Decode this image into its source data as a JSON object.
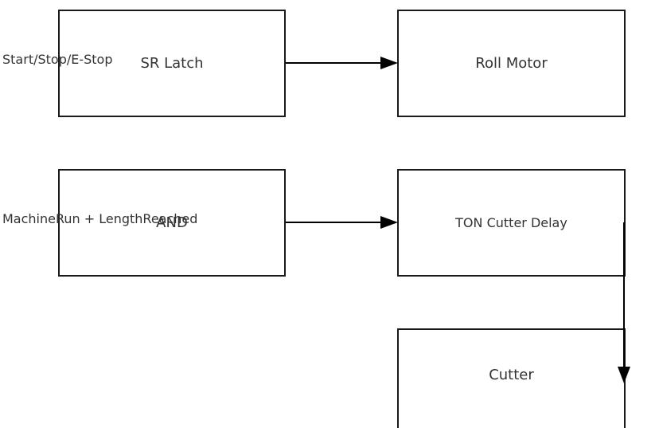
{
  "nodes": {
    "sr_latch": "SR Latch",
    "roll_motor": "Roll Motor",
    "and_gate": "AND",
    "ton_delay": "TON Cutter Delay",
    "cutter": "Cutter"
  },
  "inputs": {
    "latch_input": "Start/Stop/E-Stop",
    "and_input": "MachineRun + LengthReached"
  },
  "colors": {
    "stroke": "#1a1a1a",
    "text": "#333333",
    "background": "#ffffff"
  }
}
